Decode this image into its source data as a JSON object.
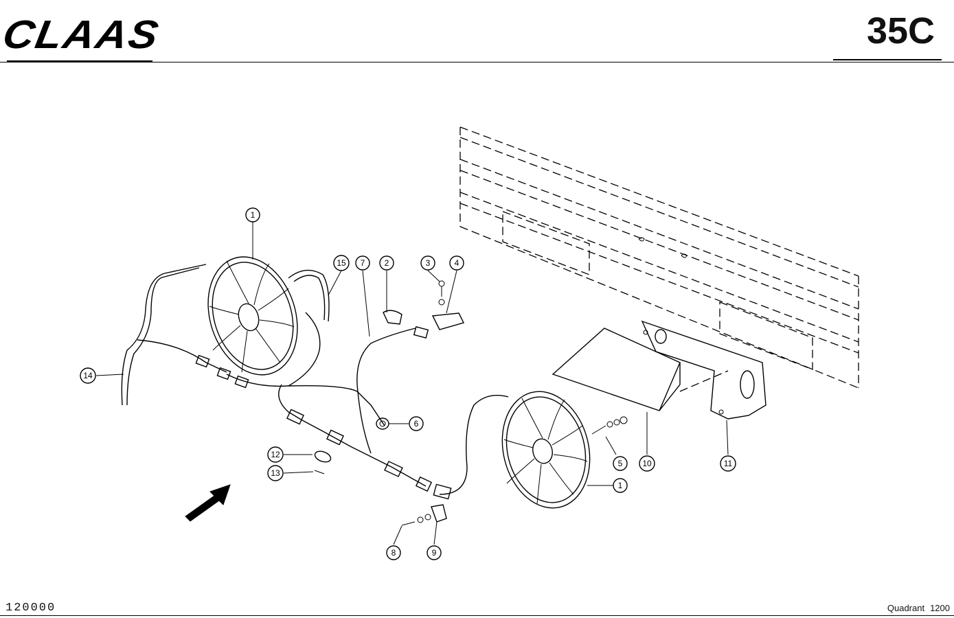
{
  "header": {
    "brand": "CLAAS",
    "page_code": "35C"
  },
  "footer": {
    "document_number": "120000",
    "model_name": "Quadrant",
    "model_number": "1200"
  },
  "callouts": [
    {
      "id": "c1a",
      "label": "1"
    },
    {
      "id": "c1b",
      "label": "1"
    },
    {
      "id": "c2",
      "label": "2"
    },
    {
      "id": "c3",
      "label": "3"
    },
    {
      "id": "c4",
      "label": "4"
    },
    {
      "id": "c5",
      "label": "5"
    },
    {
      "id": "c6",
      "label": "6"
    },
    {
      "id": "c7",
      "label": "7"
    },
    {
      "id": "c8",
      "label": "8"
    },
    {
      "id": "c9",
      "label": "9"
    },
    {
      "id": "c10",
      "label": "10"
    },
    {
      "id": "c11",
      "label": "11"
    },
    {
      "id": "c12",
      "label": "12"
    },
    {
      "id": "c13",
      "label": "13"
    },
    {
      "id": "c14",
      "label": "14"
    },
    {
      "id": "c15",
      "label": "15"
    }
  ]
}
